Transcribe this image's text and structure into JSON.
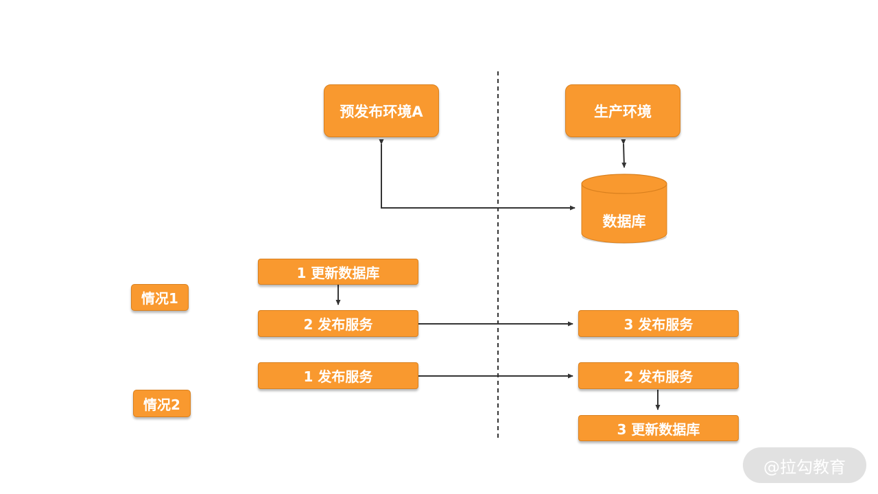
{
  "top": {
    "pre_env": "预发布环境A",
    "prod_env": "生产环境",
    "database": "数据库"
  },
  "case1": {
    "label": "情况1",
    "step1": "1 更新数据库",
    "step2": "2 发布服务",
    "step3": "3 发布服务"
  },
  "case2": {
    "label": "情况2",
    "step1": "1 发布服务",
    "step2": "2 发布服务",
    "step3": "3 更新数据库"
  },
  "watermark": "@拉勾教育",
  "colors": {
    "box_fill": "#F9992F",
    "arrow": "#333333",
    "divider": "#333333"
  }
}
